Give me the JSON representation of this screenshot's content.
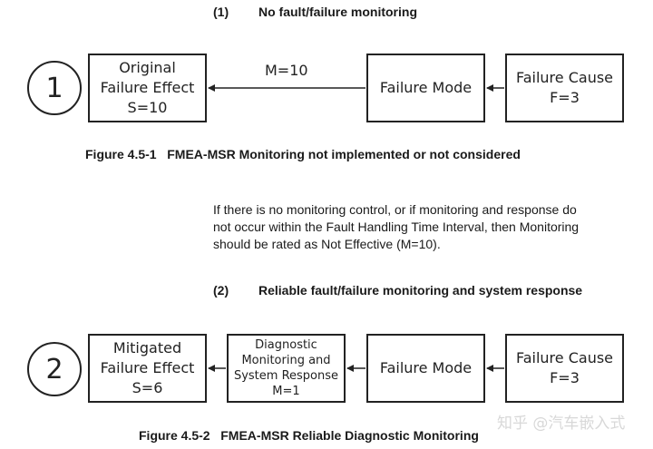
{
  "section1": {
    "number": "(1)",
    "title": "No fault/failure monitoring",
    "circle": "1",
    "effect_box": [
      "Original",
      "Failure Effect",
      "S=10"
    ],
    "m_label": "M=10",
    "mode_box": [
      "Failure Mode"
    ],
    "cause_box": [
      "Failure Cause",
      "F=3"
    ],
    "caption": "Figure 4.5-1   FMEA-MSR Monitoring not implemented or not considered"
  },
  "paragraph": [
    "If there is no monitoring control, or if monitoring and response do",
    "not occur within the Fault Handling Time Interval, then Monitoring",
    "should be rated as Not Effective (M=10)."
  ],
  "section2": {
    "number": "(2)",
    "title": "Reliable fault/failure monitoring and system response",
    "circle": "2",
    "effect_box": [
      "Mitigated",
      "Failure Effect",
      "S=6"
    ],
    "diag_box": [
      "Diagnostic",
      "Monitoring and",
      "System Response",
      "M=1"
    ],
    "mode_box": [
      "Failure Mode"
    ],
    "cause_box": [
      "Failure Cause",
      "F=3"
    ],
    "caption": "Figure 4.5-2   FMEA-MSR Reliable Diagnostic Monitoring"
  },
  "watermark": "知乎 @汽车嵌入式"
}
